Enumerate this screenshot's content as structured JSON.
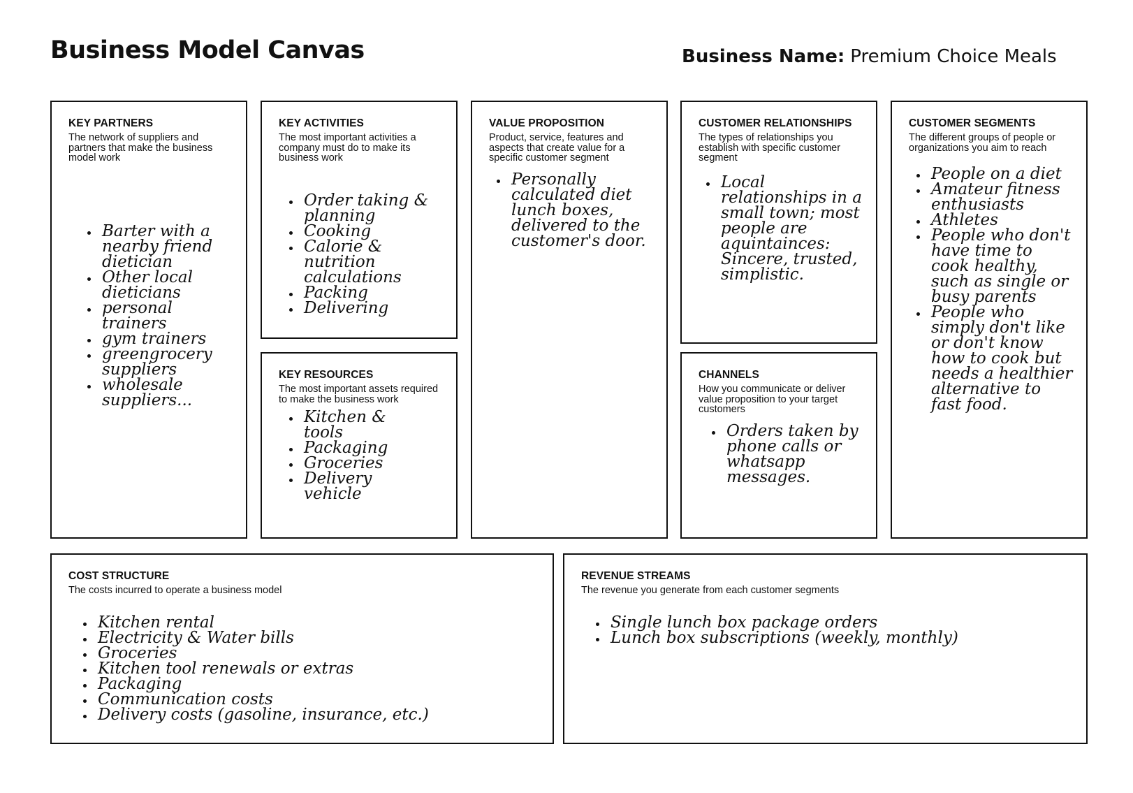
{
  "header": {
    "title": "Business Model Canvas",
    "business_name_label": "Business Name:",
    "business_name_value": "Premium Choice Meals"
  },
  "sections": {
    "key_partners": {
      "title": "KEY PARTNERS",
      "description": "The network of suppliers and partners that make the business model work",
      "items": [
        "Barter with a nearby friend dietician",
        "Other local dieticians",
        "personal trainers",
        "gym trainers",
        "greengrocery suppliers",
        "wholesale suppliers..."
      ]
    },
    "key_activities": {
      "title": "KEY ACTIVITIES",
      "description": "The most important activities a company must do to make its business work",
      "items": [
        "Order taking & planning",
        "Cooking",
        "Calorie & nutrition calculations",
        "Packing",
        "Delivering"
      ]
    },
    "key_resources": {
      "title": "KEY RESOURCES",
      "description": "The most important assets required to make the business work",
      "items": [
        "Kitchen & tools",
        "Packaging",
        "Groceries",
        "Delivery vehicle"
      ]
    },
    "value_proposition": {
      "title": "VALUE PROPOSITION",
      "description": "Product, service, features and aspects that create value for a specific customer segment",
      "items": [
        "Personally calculated diet lunch boxes, delivered to the customer's door."
      ]
    },
    "customer_relationships": {
      "title": "CUSTOMER RELATIONSHIPS",
      "description": "The types of relationships you establish with specific customer segment",
      "items": [
        "Local relationships in a small town; most people are aquintainces: Sincere, trusted, simplistic."
      ]
    },
    "channels": {
      "title": "CHANNELS",
      "description": "How you communicate or deliver value proposition to your target customers",
      "items": [
        "Orders taken by phone calls or whatsapp messages."
      ]
    },
    "customer_segments": {
      "title": "CUSTOMER SEGMENTS",
      "description": "The different groups of people or organizations you aim to reach",
      "items": [
        "People on a diet",
        "Amateur fitness enthusiasts",
        "Athletes",
        "People who don't have time to cook healthy, such as single or busy parents",
        "People who simply don't like or don't know how to cook but needs a healthier alternative to fast food."
      ]
    },
    "cost_structure": {
      "title": "COST STRUCTURE",
      "description": "The costs incurred to operate a business model",
      "items": [
        "Kitchen rental",
        "Electricity & Water bills",
        "Groceries",
        "Kitchen tool renewals or extras",
        "Packaging",
        "Communication costs",
        "Delivery costs (gasoline, insurance, etc.)"
      ]
    },
    "revenue_streams": {
      "title": "REVENUE STREAMS",
      "description": "The revenue you generate from each customer segments",
      "items": [
        "Single lunch box package orders",
        "Lunch box subscriptions (weekly, monthly)"
      ]
    }
  }
}
